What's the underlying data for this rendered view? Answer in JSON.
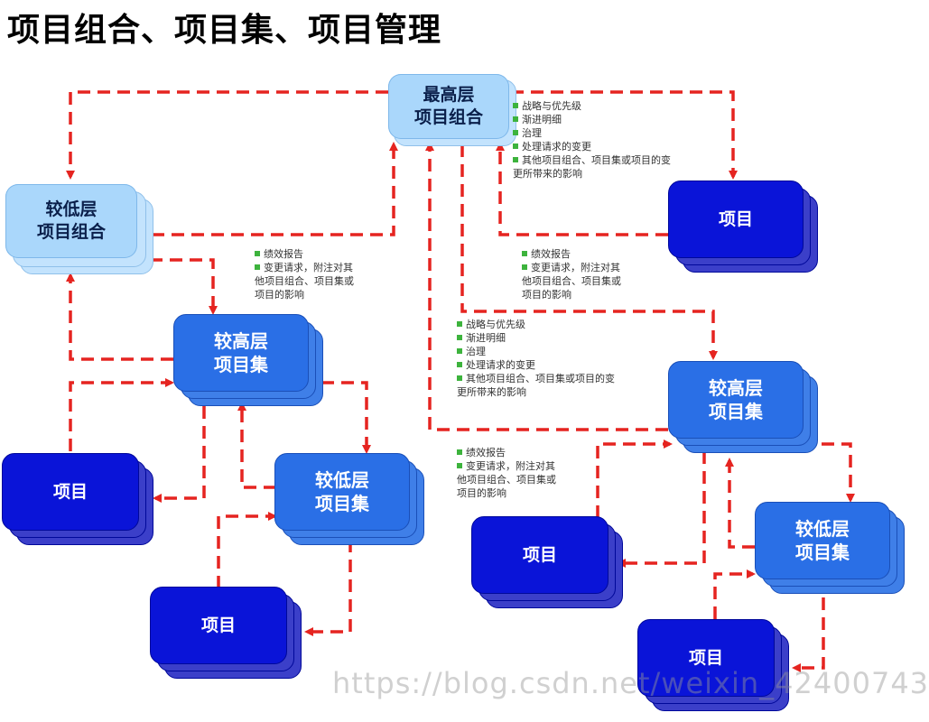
{
  "title": "项目组合、项目集、项目管理",
  "boxes": {
    "top_portfolio": [
      "最高层",
      "项目组合"
    ],
    "low_portfolio": [
      "较低层",
      "项目组合"
    ],
    "left_high_program": [
      "较高层",
      "项目集"
    ],
    "left_low_program": [
      "较低层",
      "项目集"
    ],
    "right_high_program": [
      "较高层",
      "项目集"
    ],
    "right_low_program": [
      "较低层",
      "项目集"
    ],
    "project_label": "项目"
  },
  "notes": {
    "top_down": [
      "战略与优先级",
      "渐进明细",
      "治理",
      "处理请求的变更",
      "其他项目组合、项目集或项目的变",
      "更所带来的影响"
    ],
    "left_up": [
      "绩效报告",
      "变更请求，附注对其",
      "他项目组合、项目集或",
      "项目的影响"
    ],
    "right_up": [
      "绩效报告",
      "变更请求，附注对其",
      "他项目组合、项目集或",
      "项目的影响"
    ],
    "mid_down": [
      "战略与优先级",
      "渐进明细",
      "治理",
      "处理请求的变更",
      "其他项目组合、项目集或项目的变",
      "更所带来的影响"
    ],
    "bottom_up": [
      "绩效报告",
      "变更请求，附注对其",
      "他项目组合、项目集或",
      "项目的影响"
    ]
  },
  "watermark": "https://blog.csdn.net/weixin_42400743",
  "colors": {
    "arrow": "#e52420",
    "project": "#0a14d8",
    "program": "#2a6fe6",
    "portfolio": "#aad7fb"
  }
}
